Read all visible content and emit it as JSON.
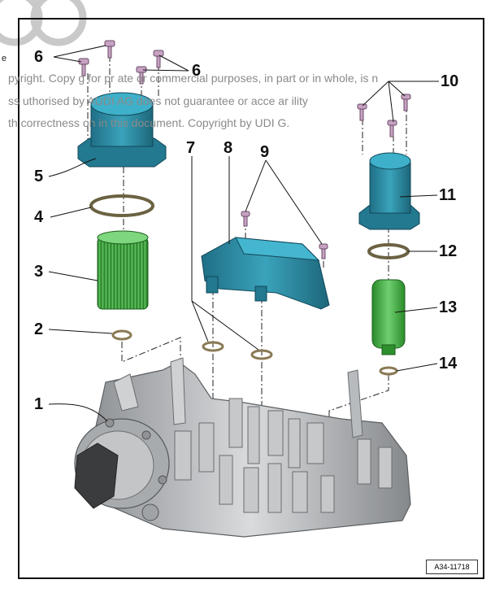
{
  "diagram": {
    "callouts": [
      "1",
      "2",
      "3",
      "4",
      "5",
      "6",
      "6",
      "7",
      "8",
      "9",
      "10",
      "11",
      "12",
      "13",
      "14"
    ],
    "reference_code": "A34-11718",
    "watermark": {
      "line1": "pyright. Copy  g for pr  ate or commercial purposes, in part or in whole, is n",
      "line2": "ss  uthorised by          AUDI AG does not guarantee or acce      ar          ility",
      "line3": "th  correctness           on in this document. Copyright by  UDI  G."
    },
    "stray_text": "e",
    "colors": {
      "cover_blue": "#2f8fa6",
      "filter_green": "#3fae3f",
      "housing_grey": "#b9bcbf",
      "bolt_purple": "#c7a2c2",
      "ring_brown": "#8a7a55"
    }
  }
}
